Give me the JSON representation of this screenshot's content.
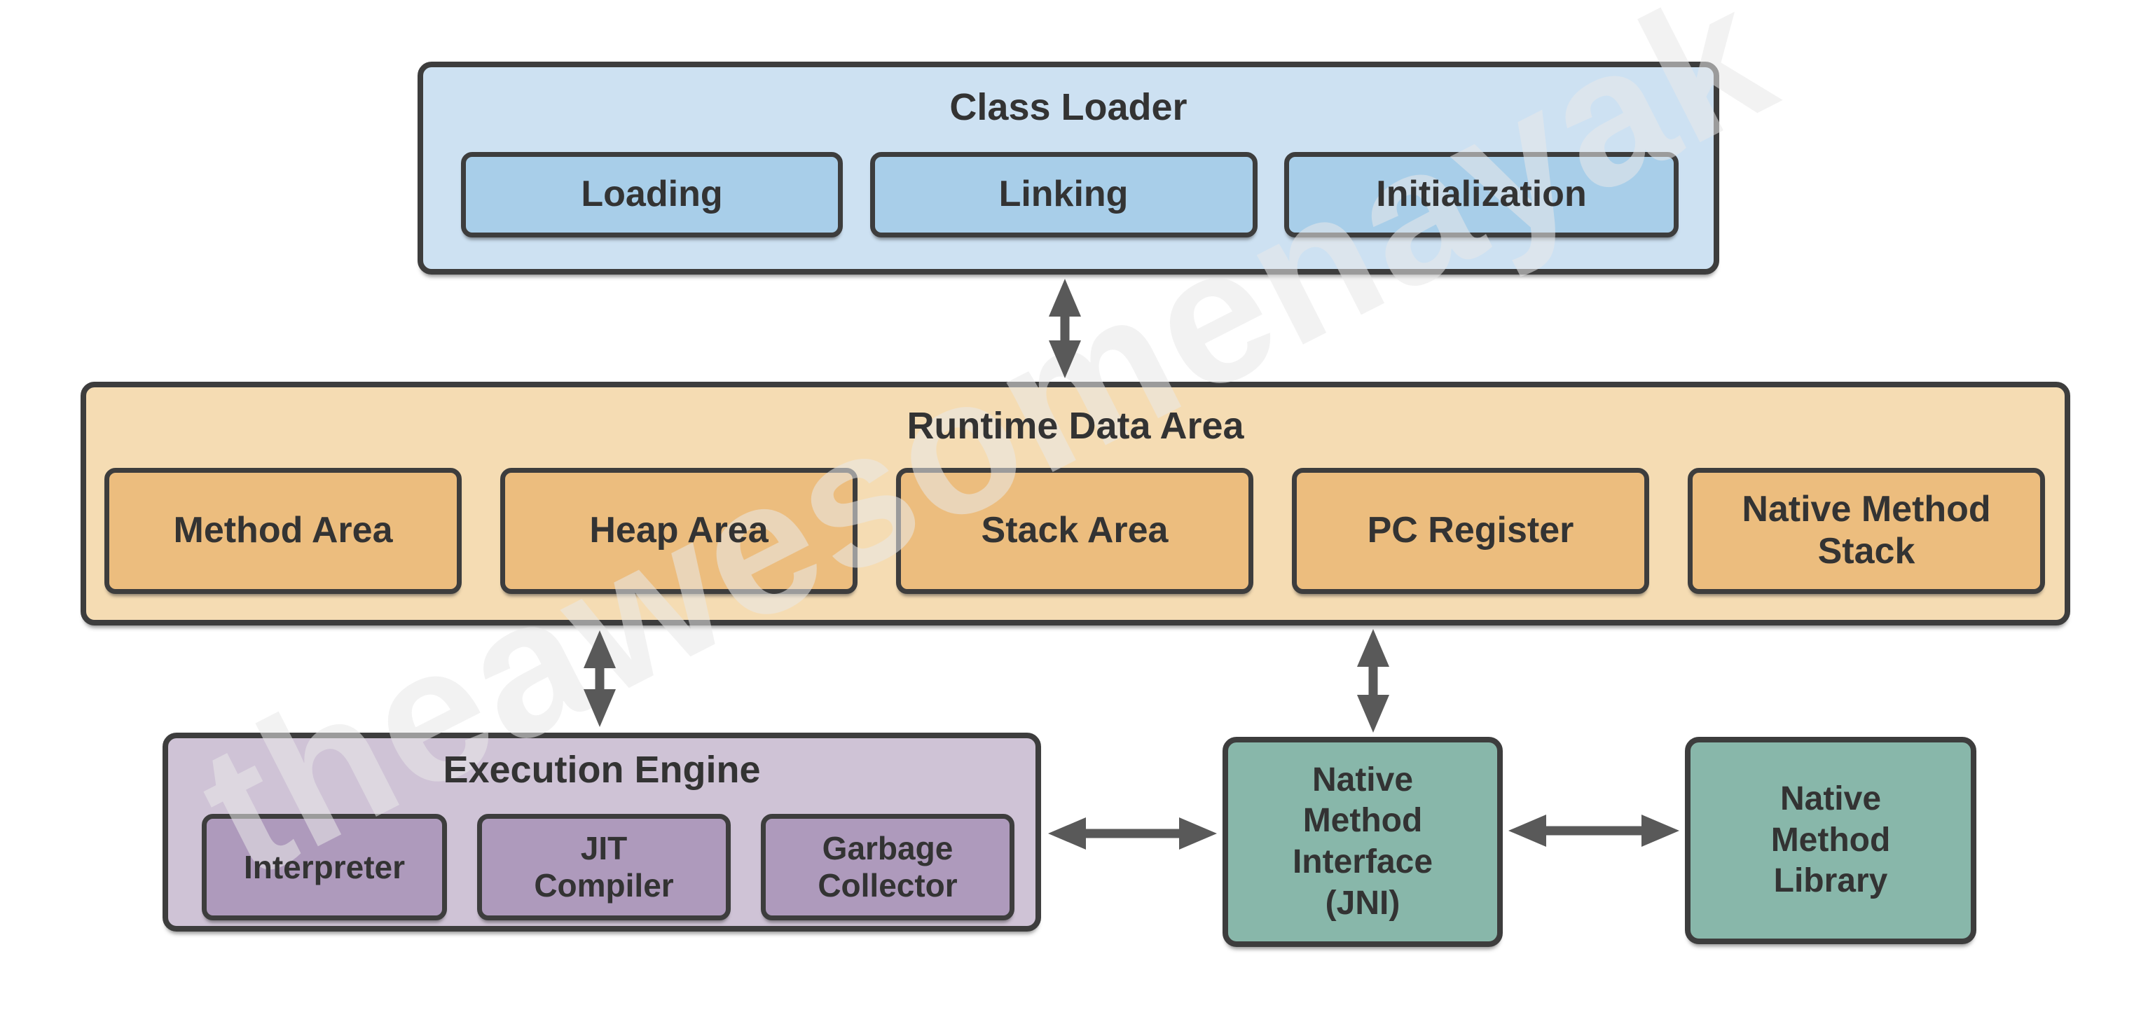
{
  "watermark": {
    "text": "theawesomenayak"
  },
  "colors": {
    "background": "#ffffff",
    "border": "#3d3d3d",
    "text": "#333333",
    "arrow": "#595959",
    "watermark_color": "#e9e9e9",
    "class_loader_bg": "#cde1f2",
    "class_loader_item_bg": "#a8cee9",
    "runtime_bg": "#f5dcb3",
    "runtime_item_bg": "#ecbd7e",
    "execution_bg": "#cfc3d6",
    "execution_item_bg": "#ae9abc",
    "native_bg": "#88b7aa"
  },
  "class_loader": {
    "title": "Class Loader",
    "items": [
      {
        "label": "Loading"
      },
      {
        "label": "Linking"
      },
      {
        "label": "Initialization"
      }
    ]
  },
  "runtime_data_area": {
    "title": "Runtime Data Area",
    "items": [
      {
        "label": "Method Area"
      },
      {
        "label": "Heap Area"
      },
      {
        "label": "Stack Area"
      },
      {
        "label": "PC Register"
      },
      {
        "label": "Native Method\nStack"
      }
    ]
  },
  "execution_engine": {
    "title": "Execution Engine",
    "items": [
      {
        "label": "Interpreter"
      },
      {
        "label": "JIT\nCompiler"
      },
      {
        "label": "Garbage\nCollector"
      }
    ]
  },
  "native_method_interface": {
    "label": "Native\nMethod\nInterface\n(JNI)"
  },
  "native_method_library": {
    "label": "Native\nMethod\nLibrary"
  },
  "connections": [
    {
      "from": "Class Loader",
      "to": "Runtime Data Area",
      "style": "double-arrow"
    },
    {
      "from": "Runtime Data Area",
      "to": "Execution Engine",
      "style": "double-arrow"
    },
    {
      "from": "Runtime Data Area",
      "to": "Native Method Interface (JNI)",
      "style": "double-arrow"
    },
    {
      "from": "Execution Engine",
      "to": "Native Method Interface (JNI)",
      "style": "double-arrow"
    },
    {
      "from": "Native Method Interface (JNI)",
      "to": "Native Method Library",
      "style": "double-arrow"
    }
  ]
}
